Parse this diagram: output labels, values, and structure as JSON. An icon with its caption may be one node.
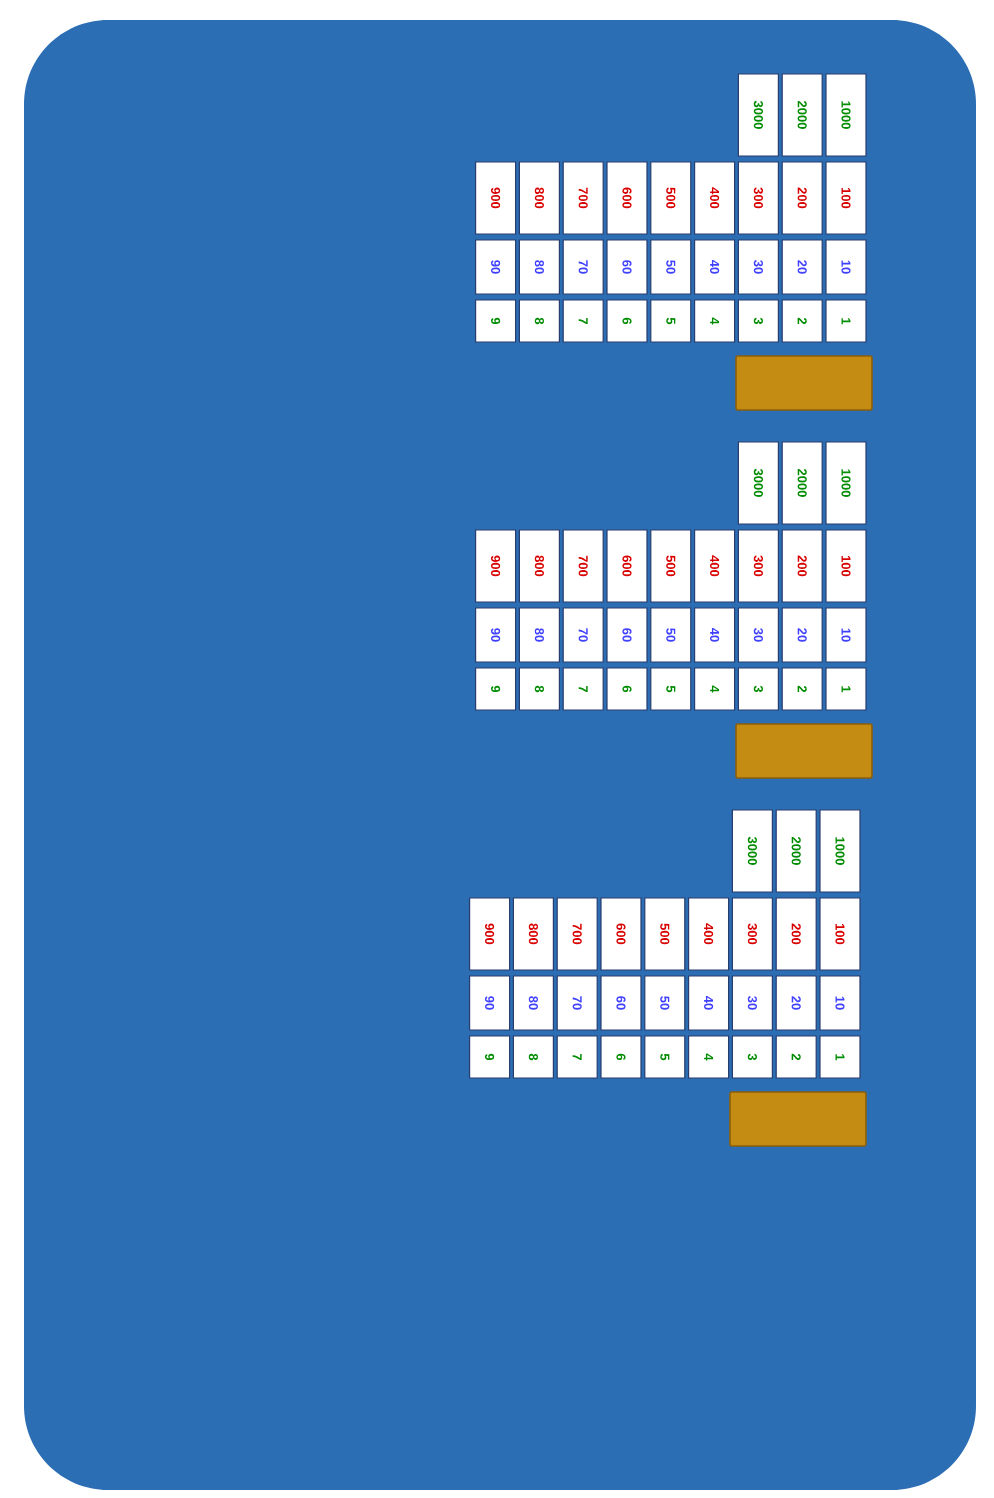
{
  "diagram": {
    "nodes": [
      {
        "text": [
          "3000"
        ]
      },
      {
        "text": [
          "2000"
        ]
      },
      {
        "text": [
          "1000"
        ]
      },
      {
        "text": [
          "900"
        ]
      },
      {
        "text": [
          "800"
        ]
      },
      {
        "text": [
          "700"
        ]
      },
      {
        "text": [
          "600"
        ]
      },
      {
        "text": [
          "500"
        ]
      },
      {
        "text": [
          "400"
        ]
      },
      {
        "text": [
          "300"
        ]
      },
      {
        "text": [
          "200"
        ]
      },
      {
        "text": [
          "100"
        ]
      },
      {
        "text": [
          "90"
        ]
      },
      {
        "text": [
          "80"
        ]
      },
      {
        "text": [
          "70"
        ]
      },
      {
        "text": [
          "60"
        ]
      },
      {
        "text": [
          "50"
        ]
      },
      {
        "text": [
          "40"
        ]
      },
      {
        "text": [
          "30"
        ]
      },
      {
        "text": [
          "20"
        ]
      },
      {
        "text": [
          "10"
        ]
      },
      {
        "text": [
          "9"
        ]
      },
      {
        "text": [
          "8"
        ]
      },
      {
        "text": [
          "7"
        ]
      },
      {
        "text": [
          "6"
        ]
      },
      {
        "text": [
          "5"
        ]
      },
      {
        "text": [
          "4"
        ]
      },
      {
        "text": [
          "3"
        ]
      },
      {
        "text": [
          "2"
        ]
      },
      {
        "text": [
          "1"
        ]
      },
      {
        "text": [],
        "shape": "bar"
      },
      {
        "text": [
          "3000"
        ]
      },
      {
        "text": [
          "2000"
        ]
      },
      {
        "text": [
          "1000"
        ]
      },
      {
        "text": [
          "900"
        ]
      },
      {
        "text": [
          "800"
        ]
      },
      {
        "text": [
          "700"
        ]
      },
      {
        "text": [
          "600"
        ]
      },
      {
        "text": [
          "500"
        ]
      },
      {
        "text": [
          "400"
        ]
      },
      {
        "text": [
          "300"
        ]
      },
      {
        "text": [
          "200"
        ]
      },
      {
        "text": [
          "100"
        ]
      },
      {
        "text": [
          "90"
        ]
      },
      {
        "text": [
          "80"
        ]
      },
      {
        "text": [
          "70"
        ]
      },
      {
        "text": [
          "60"
        ]
      },
      {
        "text": [
          "50"
        ]
      },
      {
        "text": [
          "40"
        ]
      },
      {
        "text": [
          "30"
        ]
      },
      {
        "text": [
          "20"
        ]
      },
      {
        "text": [
          "10"
        ]
      },
      {
        "text": [
          "9"
        ]
      },
      {
        "text": [
          "8"
        ]
      },
      {
        "text": [
          "7"
        ]
      },
      {
        "text": [
          "6"
        ]
      },
      {
        "text": [
          "5"
        ]
      },
      {
        "text": [
          "4"
        ]
      },
      {
        "text": [
          "3"
        ]
      },
      {
        "text": [
          "2"
        ]
      },
      {
        "text": [
          "1"
        ]
      },
      {
        "text": [],
        "shape": "bar"
      },
      {
        "text": [
          "3000"
        ]
      },
      {
        "text": [
          "2000"
        ]
      },
      {
        "text": [
          "1000"
        ]
      },
      {
        "text": [
          "900"
        ]
      },
      {
        "text": [
          "800"
        ]
      },
      {
        "text": [
          "700"
        ]
      },
      {
        "text": [
          "600"
        ]
      },
      {
        "text": [
          "500"
        ]
      },
      {
        "text": [
          "400"
        ]
      },
      {
        "text": [
          "300"
        ]
      },
      {
        "text": [
          "200"
        ]
      },
      {
        "text": [
          "100"
        ]
      },
      {
        "text": [
          "90"
        ]
      },
      {
        "text": [
          "80"
        ]
      },
      {
        "text": [
          "70"
        ]
      },
      {
        "text": [
          "60"
        ]
      },
      {
        "text": [
          "50"
        ]
      },
      {
        "text": [
          "40"
        ]
      },
      {
        "text": [
          "30"
        ]
      },
      {
        "text": [
          "20"
        ]
      },
      {
        "text": [
          "10"
        ]
      },
      {
        "text": [
          "9"
        ]
      },
      {
        "text": [
          "8"
        ]
      },
      {
        "text": [
          "7"
        ]
      },
      {
        "text": [
          "6"
        ]
      },
      {
        "text": [
          "5"
        ]
      },
      {
        "text": [
          "4"
        ]
      },
      {
        "text": [
          "3"
        ]
      },
      {
        "text": [
          "2"
        ]
      },
      {
        "text": [
          "1"
        ]
      },
      {
        "text": [],
        "shape": "bar"
      }
    ]
  }
}
